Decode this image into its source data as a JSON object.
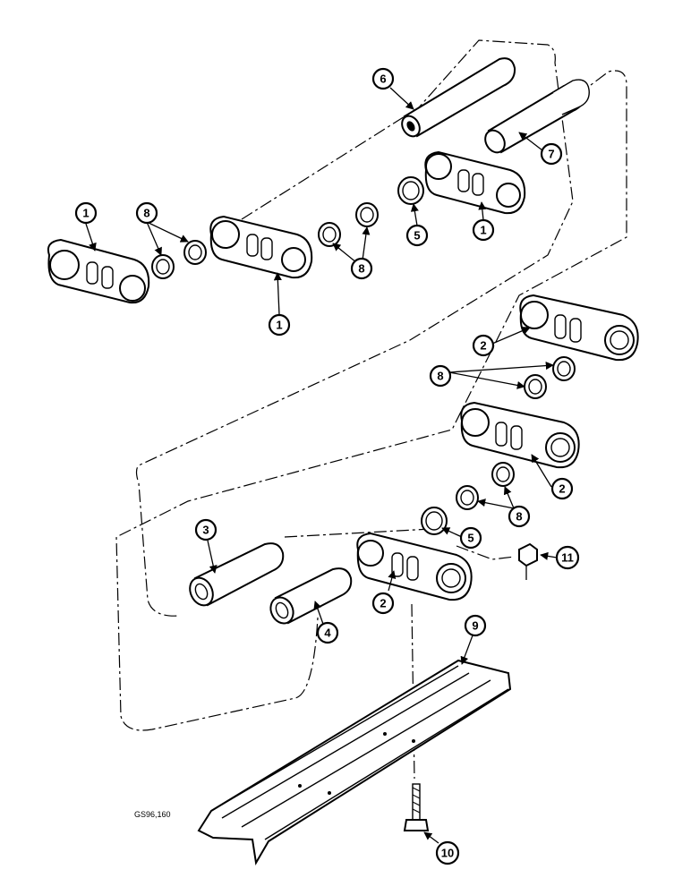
{
  "figure_code": "GS96,160",
  "callouts": {
    "c1a": "1",
    "c1b": "1",
    "c1c": "1",
    "c2a": "2",
    "c2b": "2",
    "c2c": "2",
    "c3": "3",
    "c4": "4",
    "c5a": "5",
    "c5b": "5",
    "c6": "6",
    "c7": "7",
    "c8a": "8",
    "c8b": "8",
    "c8c": "8",
    "c8d": "8",
    "c9": "9",
    "c10": "10",
    "c11": "11"
  }
}
